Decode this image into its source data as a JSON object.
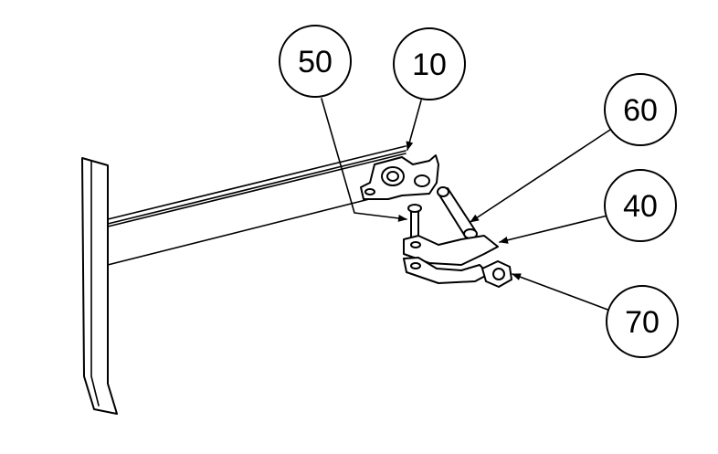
{
  "balloons": [
    {
      "id": "b50",
      "label": "50"
    },
    {
      "id": "b10",
      "label": "10"
    },
    {
      "id": "b60",
      "label": "60"
    },
    {
      "id": "b40",
      "label": "40"
    },
    {
      "id": "b70",
      "label": "70"
    }
  ]
}
